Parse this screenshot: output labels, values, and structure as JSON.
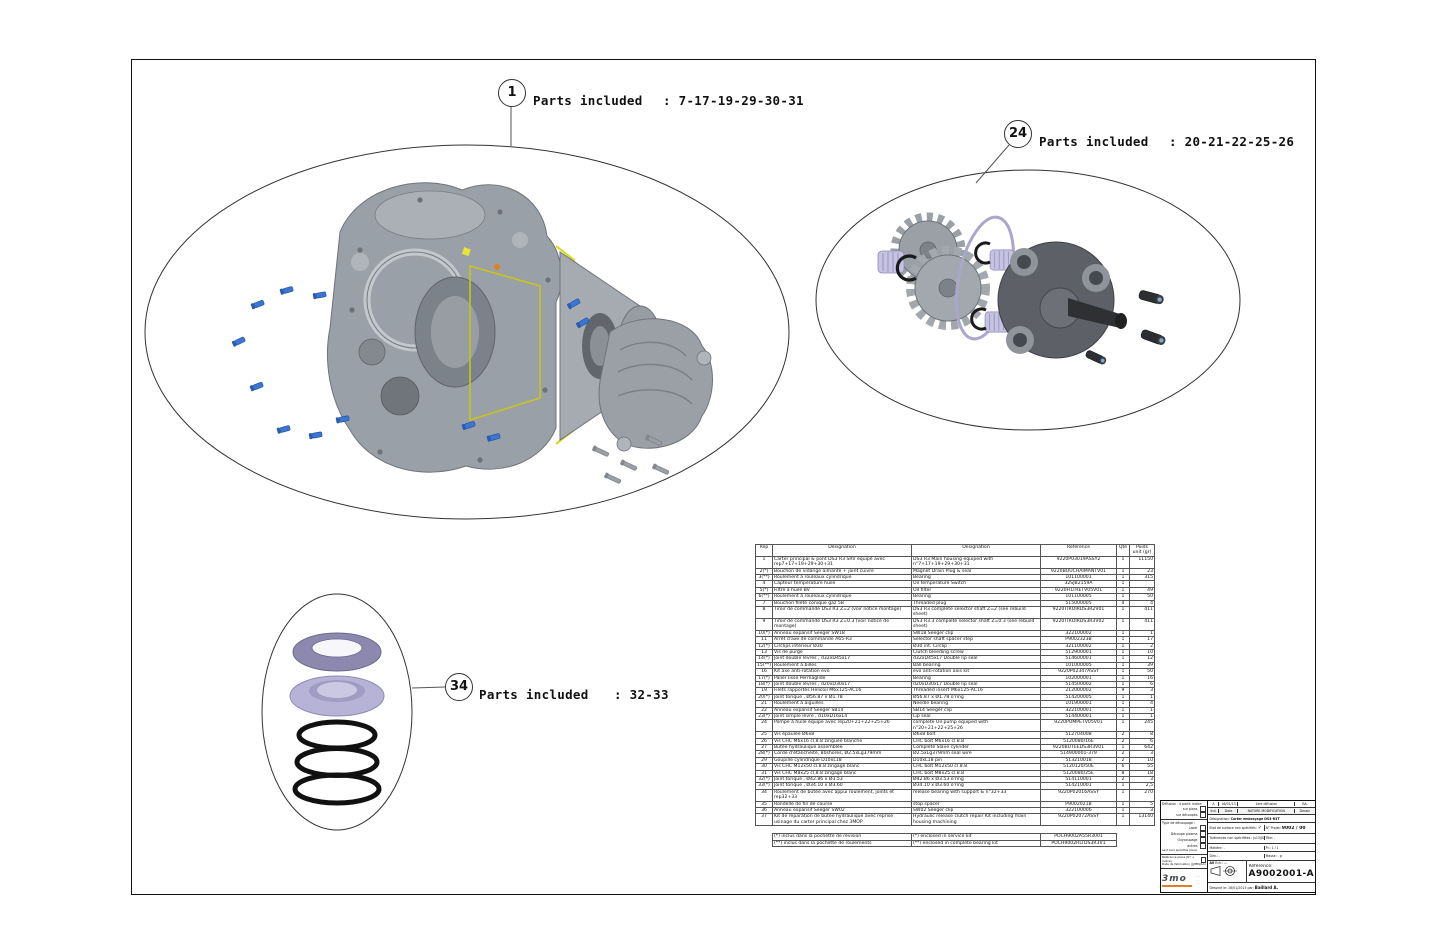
{
  "callouts": {
    "c1": {
      "number": "1",
      "label": "Parts included",
      "value": ": 7-17-19-29-30-31"
    },
    "c24": {
      "number": "24",
      "label": "Parts included",
      "value": ": 20-21-22-25-26"
    },
    "c34": {
      "number": "34",
      "label": "Parts included",
      "value": ": 32-33"
    }
  },
  "parts_table": {
    "headers": [
      "Rep",
      "Désignation",
      "Designation",
      "Reference",
      "Qte",
      "Poids unit (gr)"
    ],
    "rows": [
      [
        "1",
        "Carter principal & pont DS3 R3 SRV équipé avec rep7+17+19+29+30+31",
        "DS3 R3 Main housing equiped with n°7+17+19+29+30+31",
        "9220P03019ASSY2",
        "1",
        "11150"
      ],
      [
        "2(*)",
        "Bouchon de vidange aimanté + joint cuivre",
        "Magnet Drain Plug & seal",
        "9220BOUCHAIMANTV01",
        "1",
        "23"
      ],
      [
        "3(**)",
        "Roulement à rouleaux cylindrique",
        "Bearing",
        "101100001",
        "1",
        "315"
      ],
      [
        "4",
        "Capteur température huile",
        "Oil temperature Switch",
        "32SJB2159A",
        "1",
        ""
      ],
      [
        "5(*)",
        "Filtre à huile BV",
        "Oil filter",
        "9220FILTRETV05V01",
        "1",
        "49"
      ],
      [
        "6(**)",
        "Roulement à rouleaux cylindrique",
        "Bearing",
        "101100005",
        "1",
        "50"
      ],
      [
        "7",
        "Bouchon fileté conique gaz 5B",
        "Threaded plug",
        "515000005",
        "4",
        "4"
      ],
      [
        "8",
        "Tiroir de commande DS3 R3 Z=2 (voir notice montage)",
        "DS3 R3 complete selector shaft Z=2 (see rebuild sheet)",
        "9220TIROIRDS3R2V01",
        "1",
        "411"
      ],
      [
        "9",
        "Tiroir de commande DS3 R3 Z=0.3 (voir notice de montage)",
        "DS3 R3.3 complete selector shaft Z=0.3 (see rebuild sheet)",
        "9220TIROIRDS3R3V02",
        "1",
        "411"
      ],
      [
        "10(*)",
        "Anneau expansif Seeger SW18",
        "SW18 Seeger clip",
        "322100002",
        "1",
        "1"
      ],
      [
        "11",
        "Arrêt d'axe de commande A65-R3",
        "Selector shaft spacer step",
        "P9002323B",
        "1",
        "17"
      ],
      [
        "12(*)",
        "Circlips intérieur Ø30",
        "Ø30 int. Circlip",
        "321100002",
        "1",
        "2"
      ],
      [
        "13",
        "Vis de purge",
        "Clutch bleeding screw",
        "512900001",
        "1",
        "10"
      ],
      [
        "14(*)",
        "Joint double lèvres , d32xD45xL7",
        "d32xD45xL7 Double lip seal",
        "514600001",
        "1",
        "12"
      ],
      [
        "15(**)",
        "Roulement à billes",
        "Ball bearing",
        "101000005",
        "1",
        "39"
      ],
      [
        "16",
        "Kit axe anti-rotation evo",
        "evo anti-rotation axis kit",
        "9220P02347ASSY",
        "1",
        "50"
      ],
      [
        "17(*)",
        "Palier lisse Permaglide",
        "Bearing",
        "102000001",
        "1",
        "16"
      ],
      [
        "18(*)",
        "Joint double lèvres , d20xD30xL7",
        "d20xD30xL7 Double lip seal",
        "514500002",
        "1",
        "6"
      ],
      [
        "19",
        "Filets rapportés Helicoil M6x125-AC16",
        "Threaded insert M6x125-AC16",
        "212000002",
        "9",
        "3"
      ],
      [
        "20(*)",
        "Joint torique , Ø56.87 x Ø1.78",
        "Ø56.87 x Ø1.78 o'ring",
        "514200005",
        "1",
        "1"
      ],
      [
        "21",
        "Roulement à aiguilles",
        "Needle bearing",
        "101900001",
        "1",
        "4"
      ],
      [
        "22",
        "Anneau expansif Seeger SB14",
        "SB14 Seeger clip",
        "322100001",
        "1",
        "1"
      ],
      [
        "23(*)",
        "Joint simple lèvre , d10xD16xL4",
        "Lip seal",
        "514400001",
        "1",
        "1"
      ],
      [
        "24",
        "Pompe à huile équipe avec rep20+21+22+25+26",
        "complete Oil pump equiped with n°20+21+22+25+26",
        "9220POMPETV05V01",
        "1",
        "245"
      ],
      [
        "25",
        "Vis épaulée Ø6x8",
        "Ø6x8 bolt",
        "512704008",
        "2",
        "8"
      ],
      [
        "26",
        "Vis CHC M6x16 cl.8.8 zinguée blanche",
        "CHC bolt M6x16 cl.8.8",
        "5120080/16E",
        "2",
        "6"
      ],
      [
        "27",
        "Butée hydraulique assemblée",
        "Complete Slave cylinder",
        "9220BUTEEDS3R3V01",
        "1",
        "642"
      ],
      [
        "28(*)",
        "Corde d'étanchéité, 80shores, Ø2.5xLg379mm",
        "Ø2.5xLg379mm seal wire",
        "514900001-379",
        "2",
        "3"
      ],
      [
        "29",
        "Goupille cylindrique D10xL18",
        "D10xL18 pin",
        "513210018",
        "2",
        "10"
      ],
      [
        "30",
        "Vis CHC M12x50 cl.8.8 zingage blanc",
        "CHC bolt M12x50 cl.8.8",
        "5120120/50E",
        "6",
        "55"
      ],
      [
        "31",
        "Vis CHC M8x25 cl.8.8 zingage blanc",
        "CHC bolt M8x25 cl.8.8",
        "5120080/25E",
        "8",
        "18"
      ],
      [
        "32(*)",
        "Joint torique , Ø42.86 x Ø3.53",
        "Ø42.86 x Ø3.53 o'ring",
        "514110001",
        "2",
        "3"
      ],
      [
        "33(*)",
        "Joint torique , Ø34.10 x Ø3.60",
        "Ø34.10 x Ø3.60 o'ring",
        "514210001",
        "1",
        "2,5"
      ],
      [
        "34",
        "Roulement de butée avec appui roulement, joints et rep32+33",
        "release bearing with support & n°32+33",
        "9220P02016ASSY",
        "1",
        "270"
      ],
      [
        "35",
        "Rondelle de fin de course",
        "stop spacer",
        "P9002021B",
        "1",
        "5"
      ],
      [
        "36",
        "Anneau expansif Seeger SW02",
        "SW02 Seeger clip",
        "322100006",
        "1",
        "3"
      ],
      [
        "37",
        "Kit de réparation de butée hydraulique avec reprise usinage du carter principal chez 3MOP",
        "Hydraulic release clutch repair Kit including main housing machining",
        "9220P02072ASSY",
        "1",
        "13140"
      ]
    ],
    "notes": [
      [
        "(*) inclus dans la pochette de révision",
        "(*) enclosed in service kit",
        "POCH9002A55R3001"
      ],
      [
        "(**) inclus dans la pochette de roulements",
        "(**) enclosed in complete bearing kit",
        "POCH9002RLTDS3R3V1"
      ]
    ]
  },
  "title_block": {
    "revision_row": {
      "index": "A",
      "date": "16/01/13",
      "nature": "1ere diffusion",
      "dessin": "BA."
    },
    "revision_header": {
      "index": "Ind.",
      "date": "Date",
      "nature": "NATURE MODIFICATION",
      "dessin": "Dessin"
    },
    "designation_label": "Désignation:",
    "designation": "Carter embrayage DS3-R3T",
    "surface_label": "Etat de surface non spécifiés:",
    "surface_tick": "✓",
    "project_label": "N° Projet:",
    "project": "9002 / 00",
    "tolerance_label": "Tolérances non spécifiées : js13/JS13",
    "tole_label": "Tôle:",
    "tole": ".",
    "matiere_label": "Matière:",
    "matiere": ".",
    "pl_label": "Pl.:",
    "pl": "1 / 1",
    "dim_label": "Dim.:",
    "dim": ".",
    "masse_label": "Masse:",
    "masse": ".     g",
    "format": "A0",
    "ech_label": "Ech.: -:-",
    "reference_label": "Référence:",
    "reference": "A9002001-A",
    "drawn_label": "Dessiné le:",
    "drawn_date": "16/01/2013",
    "drawn_by_label": "par:",
    "drawn_by": "Baillard A.",
    "left_panel": {
      "diffusion": "Diffusion : à partir indice",
      "diff_items": [
        "sur plans",
        "sur découpes"
      ],
      "decoupage": "Type de découpage :",
      "decoupage_items": [
        "Laser",
        "Découpe plasma",
        "Oxycoupage",
        "autres"
      ],
      "note": "sauf avis spécifiés plans",
      "marquage": "Référence pièce (N° + indice)",
      "marquage2": "Date de fabrication (JJ/MM/AA)",
      "logo": "3mo"
    }
  },
  "colors": {
    "bolt_blue": "#3a76d2",
    "gasket_yellow": "#ded923",
    "lavender": "#c6c2e2",
    "purple_ring": "#8d89ae",
    "housing_grey": "#9aa0a7",
    "flange_dark_grey": "#5d6066",
    "accent_orange": "#e07b28"
  }
}
